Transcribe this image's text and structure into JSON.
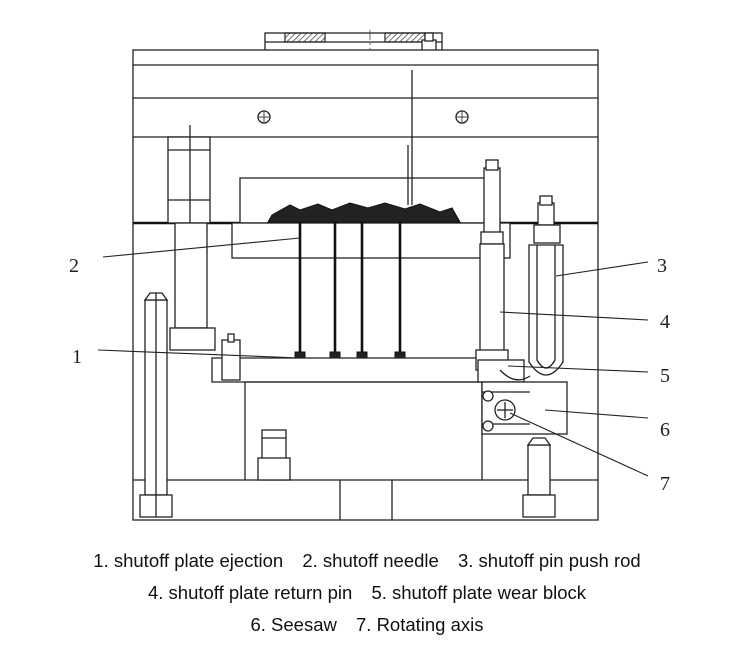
{
  "callouts": [
    {
      "number": "1"
    },
    {
      "number": "2"
    },
    {
      "number": "3"
    },
    {
      "number": "4"
    },
    {
      "number": "5"
    },
    {
      "number": "6"
    },
    {
      "number": "7"
    }
  ],
  "caption": {
    "line1": [
      "1. shutoff plate ejection",
      "2. shutoff needle",
      "3. shutoff pin push rod"
    ],
    "line2": [
      "4. shutoff plate return pin",
      "5. shutoff plate wear block"
    ],
    "line3": [
      "6. Seesaw",
      "7. Rotating axis"
    ]
  }
}
